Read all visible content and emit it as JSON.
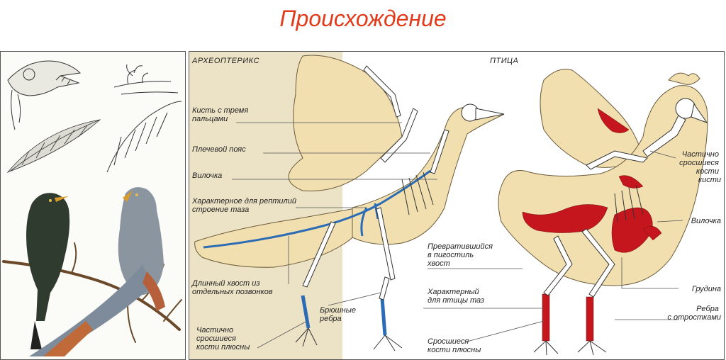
{
  "title": "Происхождение",
  "headers": {
    "archaeopteryx": "АРХЕОПТЕРИКС",
    "bird": "ПТИЦА"
  },
  "labels_left": {
    "hand": [
      "Кисть с тремя",
      "пальцами"
    ],
    "shoulder": "Плечевой пояс",
    "wishbone": "Вилочка",
    "pelvis": [
      "Характерное для рептилий",
      "строение таза"
    ],
    "tail": [
      "Длинный хвост из",
      "отдельных позвонков"
    ],
    "metatarsus": [
      "Частично",
      "сросшиеся",
      "кости плюсны"
    ]
  },
  "labels_middle": {
    "belly_ribs": [
      "Брюшные",
      "ребра"
    ],
    "pygostyle": [
      "Превратившийся",
      "в пигостиль",
      "хвост"
    ],
    "bird_pelvis": [
      "Характерный",
      "для птицы таз"
    ],
    "fused_metatarsus": [
      "Сросшиеся",
      "кости плюсны"
    ]
  },
  "labels_right": {
    "hand_fused": [
      "Частично",
      "сросшиеся",
      "кости",
      "кисти"
    ],
    "wishbone": "Вилочка",
    "sternum": "Грудина",
    "ribs": [
      "Ребра",
      "с отростками"
    ]
  },
  "colors": {
    "title": "#e23b1c",
    "tan_bg": "#ece2c6",
    "body": "#f1dfb0",
    "outline": "#6b5a3a",
    "blue": "#2b6cb5",
    "red": "#c4161c"
  }
}
